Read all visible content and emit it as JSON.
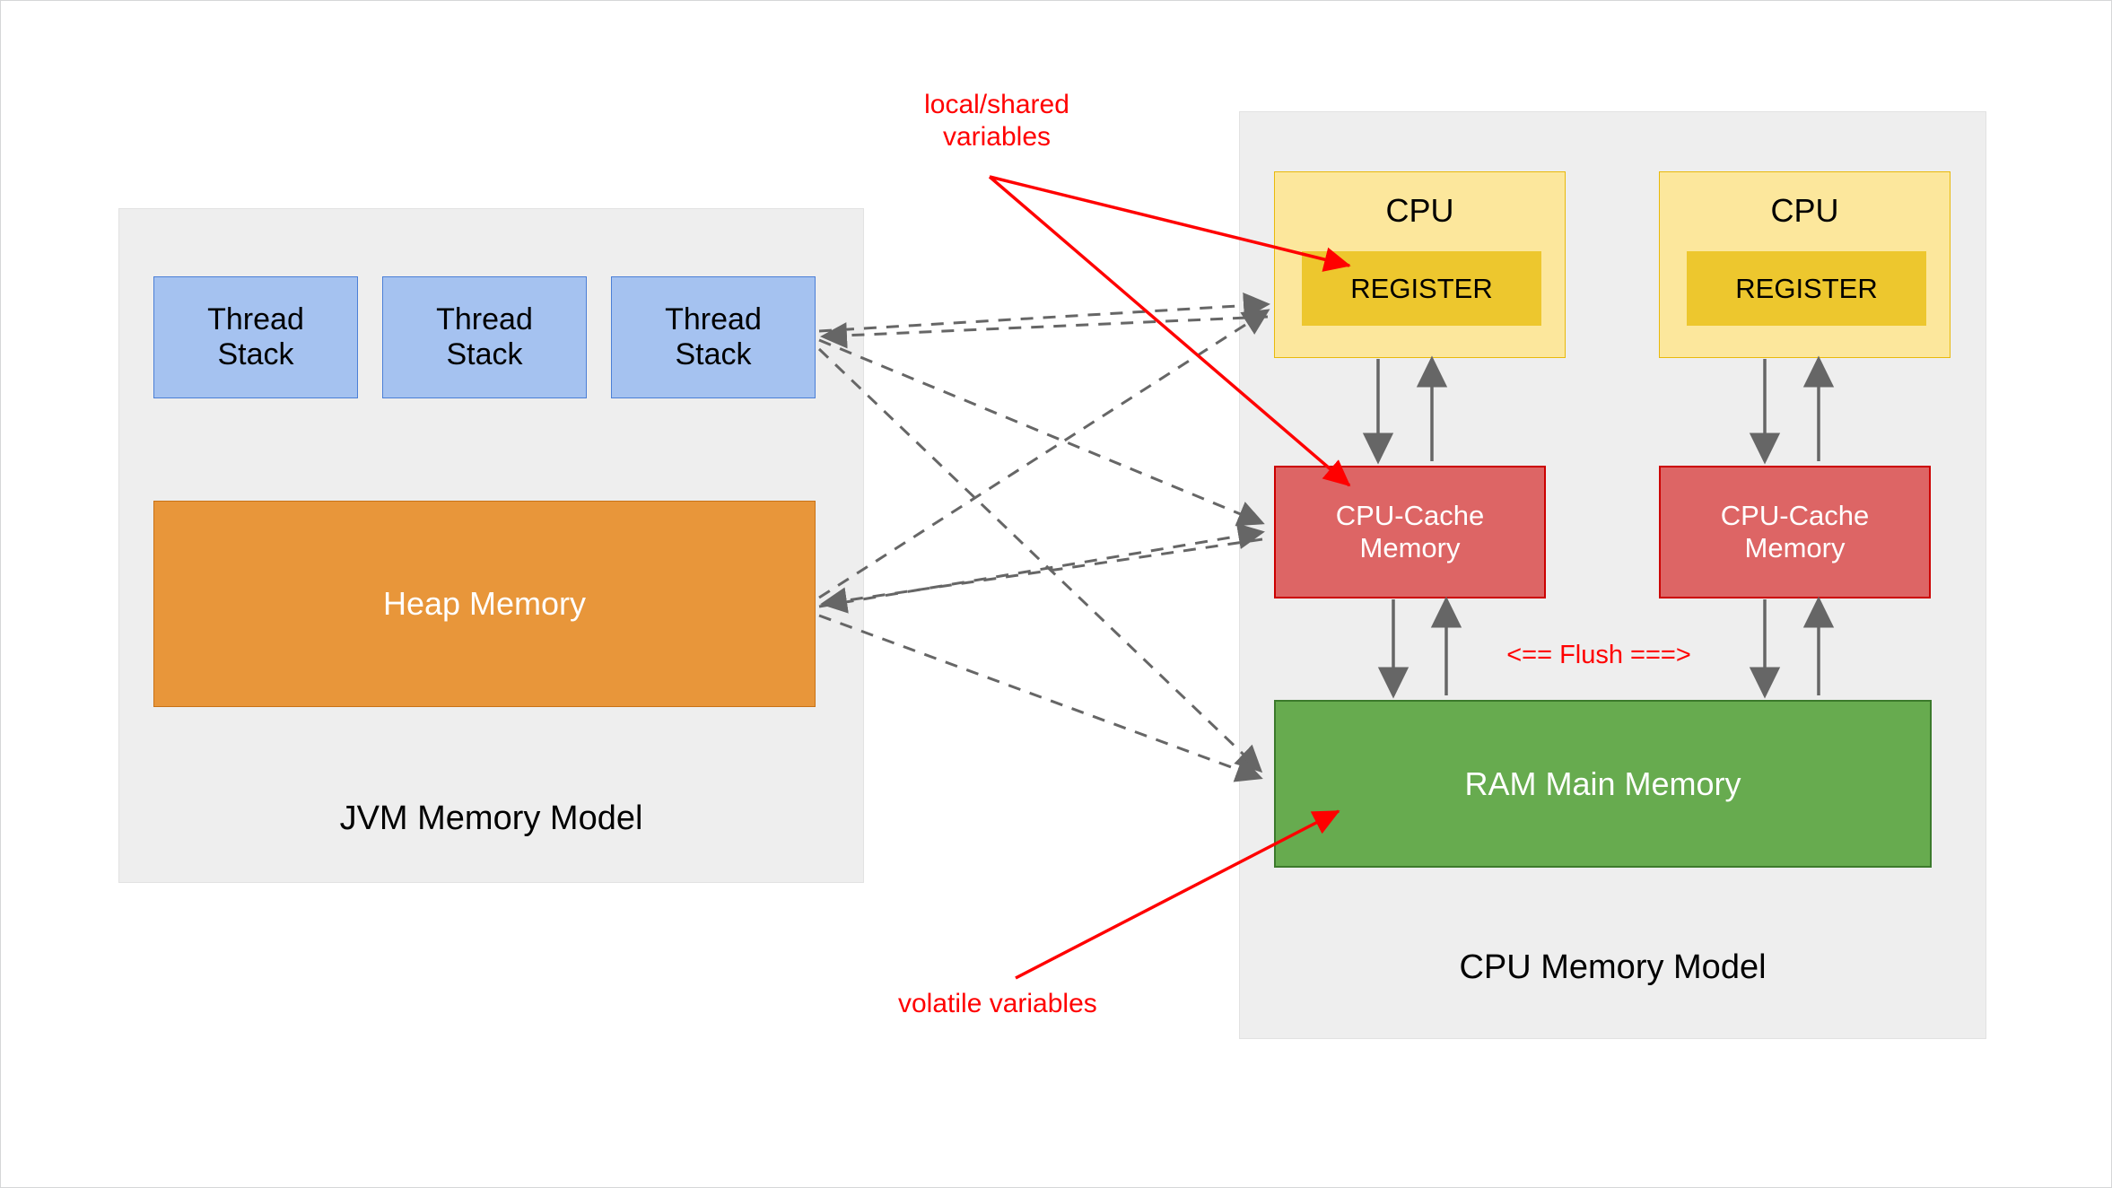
{
  "diagram": {
    "title": "JVM Memory Model and CPU Memory Model",
    "type": "block-diagram",
    "colors": {
      "panel_background": "#eeeeee",
      "thread_stack_fill": "#a5c2f0",
      "thread_stack_border": "#4c7fd6",
      "heap_fill": "#e8963a",
      "heap_border": "#c87217",
      "cpu_fill": "#fce79c",
      "cpu_border": "#e8b90b",
      "register_fill": "#edc72e",
      "cache_fill": "#dd6565",
      "cache_border": "#cc0000",
      "ram_fill": "#67ab4f",
      "ram_border": "#3c7a2c",
      "annotation_red": "#ff0000",
      "connector_gray": "#666666"
    }
  },
  "jvm_panel": {
    "title": "JVM Memory Model",
    "thread_stacks": [
      {
        "label": "Thread\nStack"
      },
      {
        "label": "Thread\nStack"
      },
      {
        "label": "Thread\nStack"
      }
    ],
    "heap": {
      "label": "Heap Memory"
    }
  },
  "cpu_panel": {
    "title": "CPU Memory Model",
    "cpus": [
      {
        "label": "CPU",
        "register": {
          "label": "REGISTER"
        },
        "cache": {
          "label": "CPU-Cache\nMemory"
        }
      },
      {
        "label": "CPU",
        "register": {
          "label": "REGISTER"
        },
        "cache": {
          "label": "CPU-Cache\nMemory"
        }
      }
    ],
    "ram": {
      "label": "RAM Main Memory"
    }
  },
  "annotations": {
    "local_shared": "local/shared\nvariables",
    "volatile": "volatile variables",
    "flush": "<== Flush ===>"
  }
}
